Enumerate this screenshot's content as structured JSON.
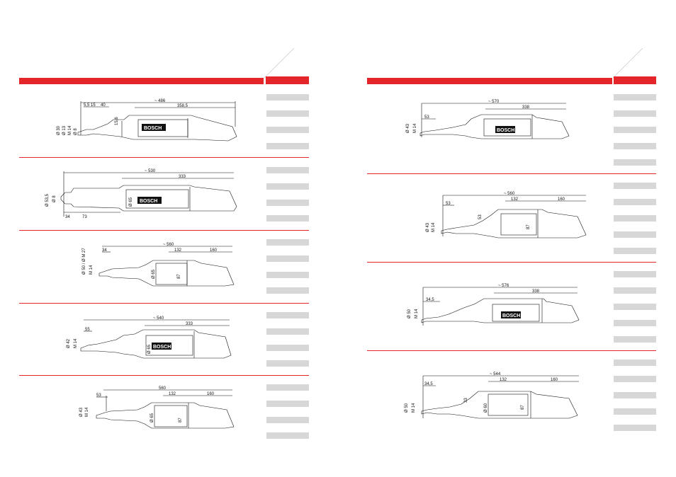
{
  "brand": "BOSCH",
  "colors": {
    "accent": "#e4262a",
    "cell": "#d7d7d7",
    "ink": "#111111"
  },
  "left": {
    "drawings": [
      {
        "dims": [
          "~ 486",
          "358,5",
          "40",
          "5,5",
          "15",
          "15,6",
          "Ø 30",
          "Ø 13",
          "M 14",
          "Ø 8"
        ]
      },
      {
        "dims": [
          "~ 530",
          "333",
          "Ø 53,5",
          "Ø 8",
          "34",
          "73",
          "Ø 65"
        ]
      },
      {
        "dims": [
          "~ 560",
          "132",
          "160",
          "34",
          "Ø 50 / Ø M 27",
          "M 14",
          "87",
          "Ø 65"
        ]
      },
      {
        "dims": [
          "~ 540",
          "333",
          "Ø 42",
          "M 14",
          "55",
          "Ø 65"
        ]
      },
      {
        "dims": [
          "560",
          "132",
          "160",
          "53",
          "Ø 43",
          "M 14",
          "87",
          "Ø 65"
        ]
      }
    ]
  },
  "right": {
    "drawings": [
      {
        "dims": [
          "~ 570",
          "338",
          "53",
          "Ø 43",
          "M 14"
        ]
      },
      {
        "dims": [
          "~ 560",
          "132",
          "160",
          "53",
          "53",
          "Ø 43",
          "M 14",
          "87"
        ]
      },
      {
        "dims": [
          "~ 576",
          "338",
          "34,5",
          "Ø 50",
          "M 14"
        ]
      },
      {
        "dims": [
          "~ 544",
          "132",
          "160",
          "34,5",
          "33",
          "Ø 50",
          "M 14",
          "Ø 60",
          "87"
        ]
      }
    ]
  }
}
